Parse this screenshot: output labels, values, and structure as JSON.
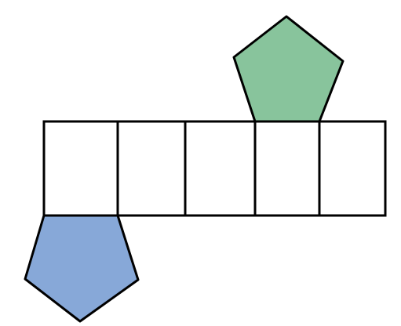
{
  "diagram": {
    "kind": "pentagonal prism net",
    "background": "#ffffff",
    "stroke_color": "#000000",
    "rectangle_faces": [
      {
        "id": "face-1",
        "fill": "#ffffff"
      },
      {
        "id": "face-2",
        "fill": "#ffffff"
      },
      {
        "id": "face-3",
        "fill": "#ffffff"
      },
      {
        "id": "face-4",
        "fill": "#ffffff"
      },
      {
        "id": "face-5",
        "fill": "#ffffff"
      }
    ],
    "pentagon_faces": [
      {
        "id": "top-pentagon",
        "fill": "#88c49c",
        "attached_to": "face-4",
        "side": "top"
      },
      {
        "id": "bottom-pentagon",
        "fill": "#87a8d8",
        "attached_to": "face-1",
        "side": "bottom"
      }
    ]
  }
}
